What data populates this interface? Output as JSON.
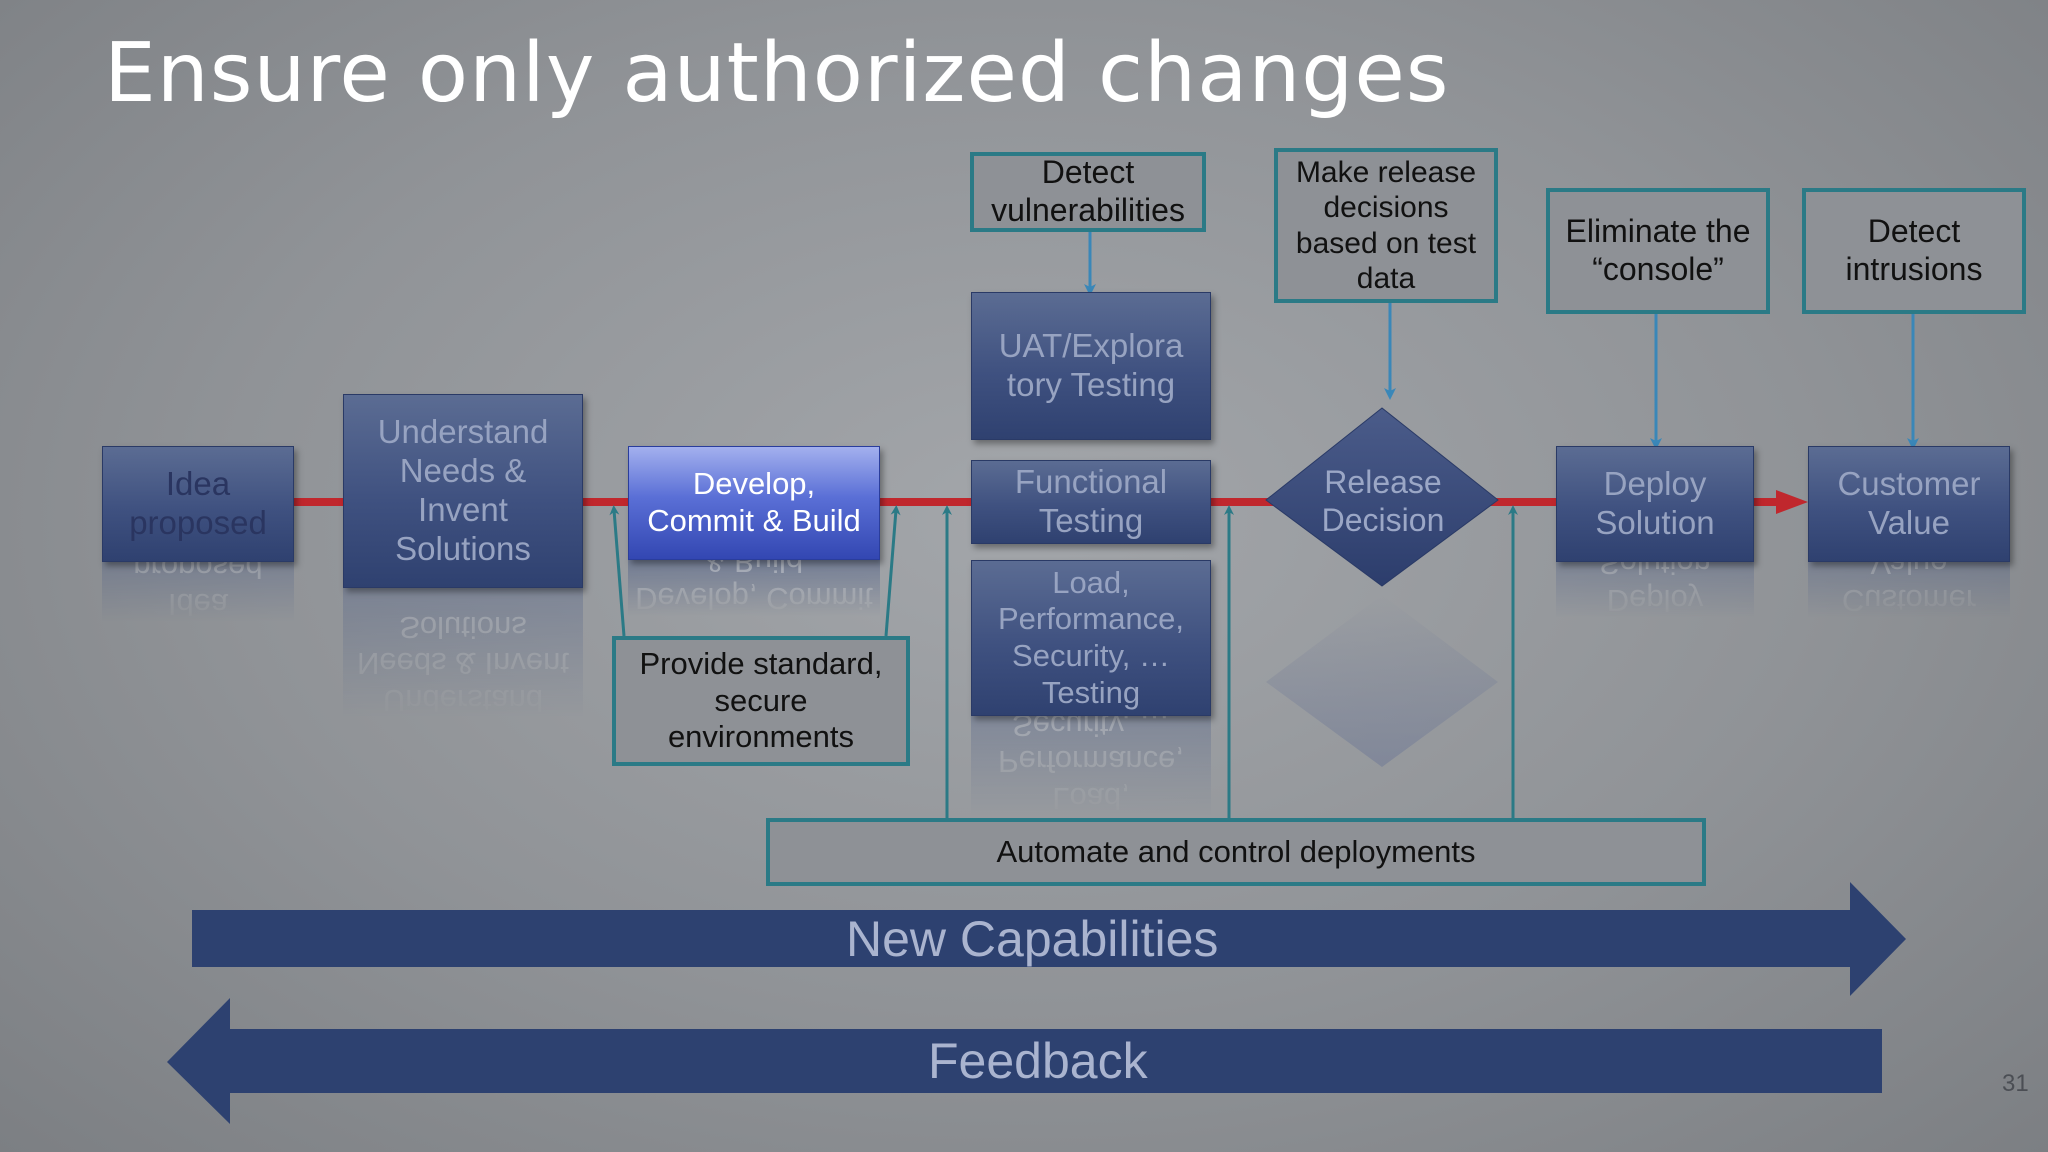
{
  "slide": {
    "title": "Ensure only authorized changes",
    "page_number": "31"
  },
  "stages": {
    "idea": "Idea\nproposed",
    "understand": "Understand\nNeeds &\nInvent\nSolutions",
    "develop": "Develop,\nCommit & Build",
    "uat": "UAT/Explora\ntory Testing",
    "functional": "Functional\nTesting",
    "load": "Load,\nPerformance,\nSecurity, …\nTesting",
    "release": "Release\nDecision",
    "deploy": "Deploy\nSolution",
    "value": "Customer\nValue"
  },
  "callouts": {
    "vulnerabilities": "Detect\nvulnerabilities",
    "release_decisions": "Make release\ndecisions\nbased on test\ndata",
    "console": "Eliminate the\n“console”",
    "intrusions": "Detect\nintrusions",
    "environments": "Provide standard,\nsecure\nenvironments",
    "automate": "Automate and control deployments"
  },
  "bands": {
    "new_capabilities": "New Capabilities",
    "feedback": "Feedback"
  },
  "colors": {
    "stage_fill": "#3f5180",
    "active_stage_fill": "#5a6fd6",
    "callout_border": "#2b7a86",
    "flow_line": "#c0272d",
    "band_fill": "#2d4170"
  }
}
